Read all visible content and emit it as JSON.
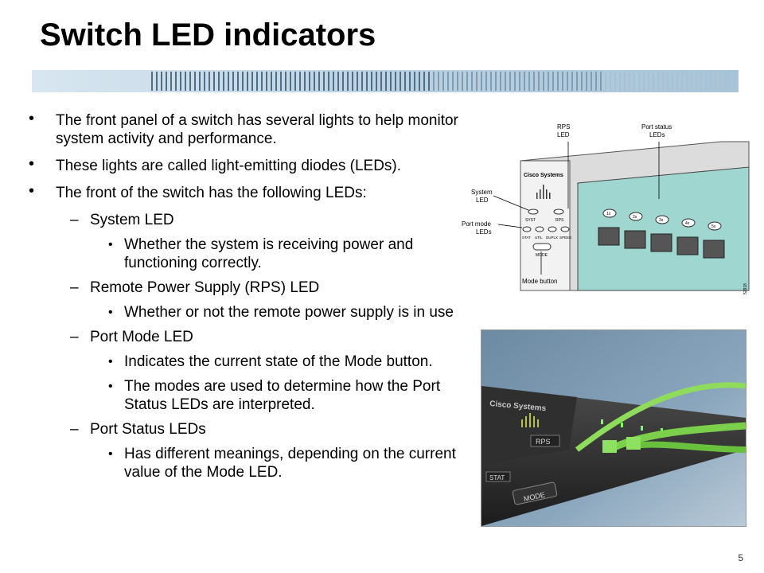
{
  "slide": {
    "title": "Switch LED indicators",
    "page_number": "5",
    "bullets": [
      {
        "level": 1,
        "text": "The front panel of a switch has several lights to help monitor system activity and performance."
      },
      {
        "level": 1,
        "text": "These lights are called light-emitting diodes (LEDs)."
      },
      {
        "level": 1,
        "text": "The front of the switch has the following LEDs:"
      },
      {
        "level": 2,
        "text": "System LED"
      },
      {
        "level": 3,
        "text": "Whether the system is receiving power and functioning correctly."
      },
      {
        "level": 2,
        "text": "Remote Power Supply (RPS) LED"
      },
      {
        "level": 3,
        "text": "Whether or not the remote power supply is in use"
      },
      {
        "level": 2,
        "text": "Port Mode LED"
      },
      {
        "level": 3,
        "text": "Indicates the current state of the Mode button."
      },
      {
        "level": 3,
        "text": "The modes are used to determine how the Port Status LEDs are interpreted."
      },
      {
        "level": 2,
        "text": "Port Status LEDs"
      },
      {
        "level": 3,
        "text": "Has different meanings, depending on the current value of the Mode LED."
      }
    ]
  },
  "diagram": {
    "callout_rps_line1": "RPS",
    "callout_rps_line2": "LED",
    "callout_port_status_line1": "Port status",
    "callout_port_status_line2": "LEDs",
    "callout_system_line1": "System",
    "callout_system_line2": "LED",
    "callout_port_mode_line1": "Port mode",
    "callout_port_mode_line2": "LEDs",
    "callout_mode_button": "Mode button",
    "brand": "Cisco Systems",
    "led_syst": "SYST",
    "led_rps": "RPS",
    "led_stat": "STAT",
    "led_util": "UTIL",
    "led_duplx": "DUPLX",
    "led_speed": "SPEED",
    "mode_label": "MODE",
    "port_labels": [
      "1x",
      "2x",
      "3x",
      "4x",
      "5x"
    ],
    "figure_id": "52918"
  },
  "photo": {
    "brand": "Cisco Systems",
    "rps_label": "RPS",
    "stat_label": "STAT",
    "mode_label": "MODE"
  },
  "colors": {
    "panel_teal": "#9fd6cf",
    "cable_green": "#7ad04a",
    "chassis_dark": "#2a2a2a"
  }
}
